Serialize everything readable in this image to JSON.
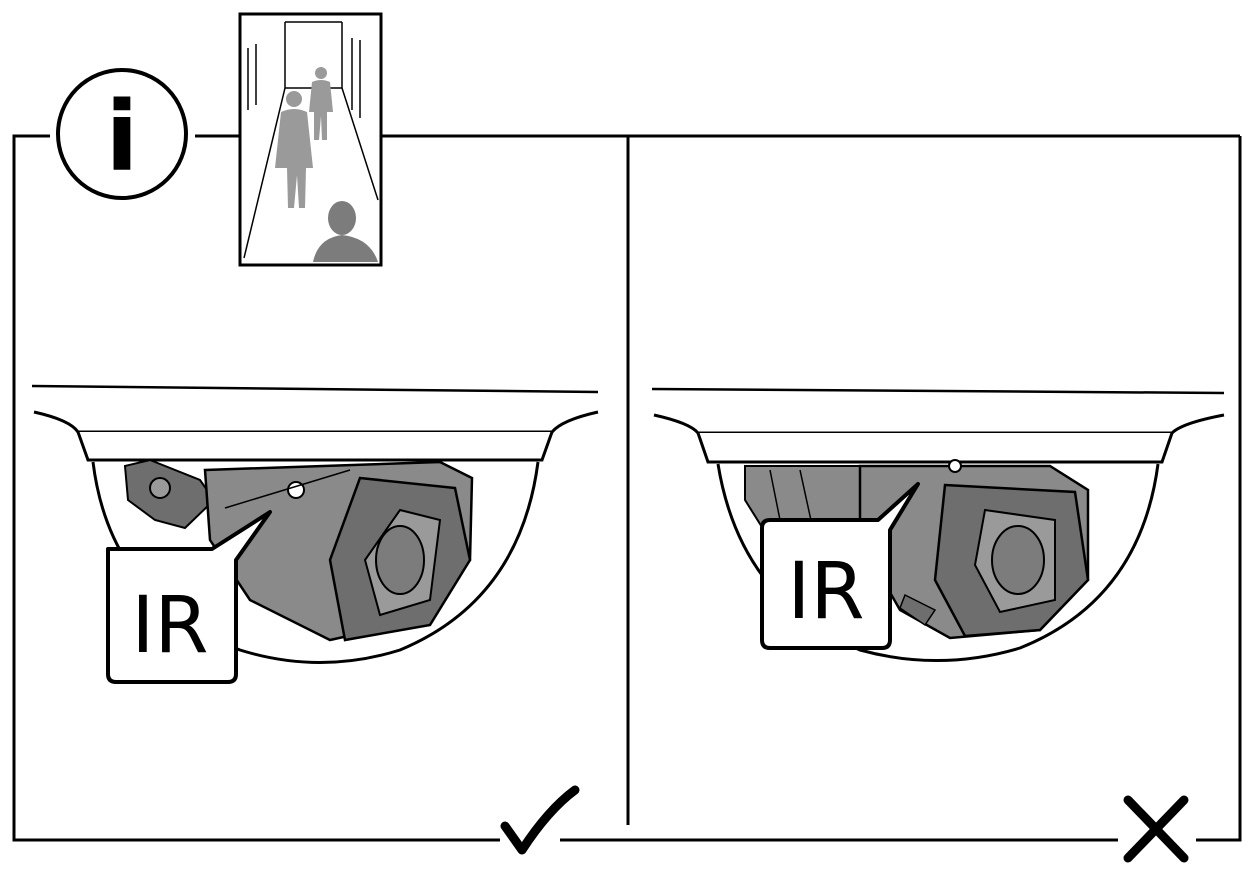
{
  "info": {
    "glyph": "i"
  },
  "panels": [
    {
      "label_text": "IR",
      "verdict": "correct",
      "verdict_icon": "check-icon"
    },
    {
      "label_text": "IR",
      "verdict": "incorrect",
      "verdict_icon": "cross-icon"
    }
  ],
  "colors": {
    "line": "#000000",
    "camera_fill": "#8a8a8a",
    "camera_dark": "#6e6e6e",
    "person_fill": "#9a9a9a"
  }
}
